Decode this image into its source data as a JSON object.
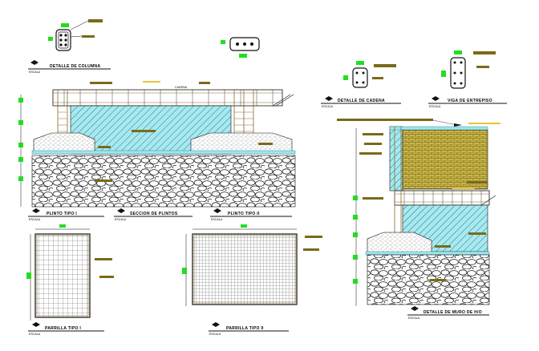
{
  "titles": {
    "detalle_columna": "DETALLE DE COLUMNA",
    "detalle_cadena": "DETALLE DE CADENA",
    "viga_entrepiso": "VIGA DE ENTREPISO",
    "plinto_tipo_i": "PLINTO TIPO I",
    "seccion_plintos": "SECCION DE PLINTOS",
    "plinto_tipo_ii": "PLINTO TIPO II",
    "parrilla_tipo_i": "PARRILLA TIPO I",
    "parrilla_tipo_ii": "PARRILLA TIPO II",
    "detalle_muro": "DETALLE DE MURO DE H/O"
  },
  "labels": {
    "escala": "ESCALA",
    "cadena": "CADENA"
  },
  "colors": {
    "hatch_blue": "#1a7a8a",
    "fill_cyan": "#9fe6ee",
    "brick": "#7a6a1a",
    "brick_fill": "#c8b84a",
    "dim_green": "#22dd22",
    "stone": "#222222",
    "wood": "#8a6a2a"
  }
}
